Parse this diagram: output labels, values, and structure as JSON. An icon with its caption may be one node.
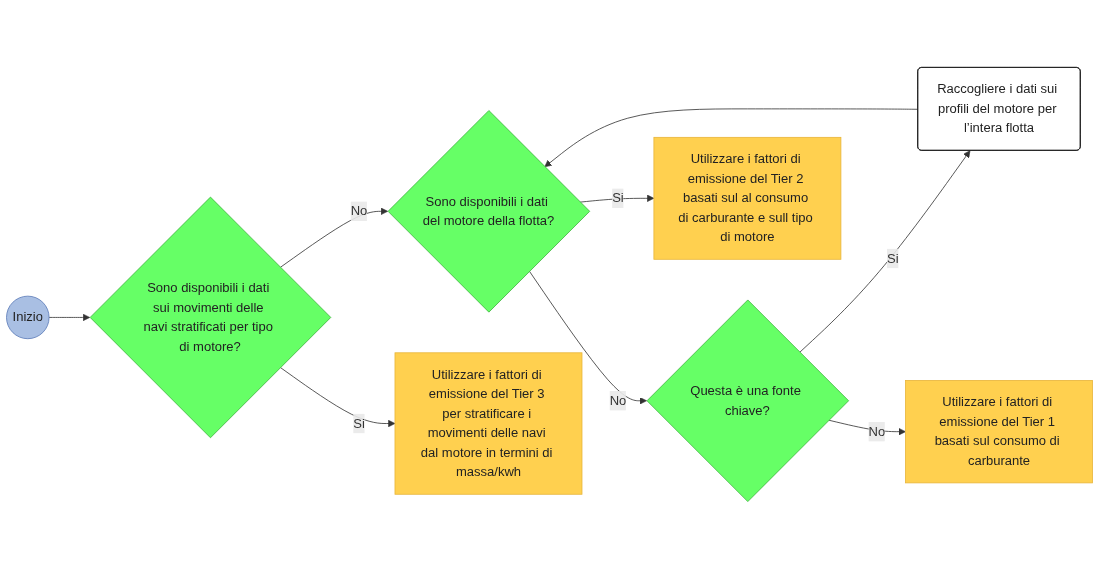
{
  "diagram": {
    "nodes": [
      {
        "text": [
          "Inizio"
        ]
      },
      {
        "text": [
          "Sono disponibili i dati sui movimenti delle navi stratificati per tipo di motore?"
        ]
      },
      {
        "text": [
          "Sono disponibili i dati del motore della flotta?"
        ]
      },
      {
        "text": [
          "Raccogliere i dati sui profili del motore per l’intera flotta"
        ]
      },
      {
        "text": [
          "Questa è una fonte chiave?"
        ]
      },
      {
        "text": [
          "Utilizzare i fattori di emissione del Tier 3 per stratificare i movimenti delle navi dal motore in termini di massa/kwh"
        ]
      },
      {
        "text": [
          "Utilizzare i fattori di emissione del Tier 2 basati sul al consumo di carburante e sull tipo di motore"
        ]
      },
      {
        "text": [
          "Utilizzare i fattori di emissione del Tier 1 basati sul consumo di carburante"
        ]
      }
    ],
    "edges": [
      {
        "from": 0,
        "to": 1,
        "arrow": "to"
      },
      {
        "from": 1,
        "to": 2,
        "label": "No",
        "arrow": "to"
      },
      {
        "from": 2,
        "to": 4,
        "label": "No",
        "arrow": "to"
      },
      {
        "from": 4,
        "to": 3,
        "label": "Si",
        "arrow": "to"
      },
      {
        "from": 3,
        "to": 2,
        "arrow": "to"
      },
      {
        "from": 1,
        "to": 5,
        "label": "Si",
        "arrow": "to"
      },
      {
        "from": 2,
        "to": 6,
        "label": "Si",
        "arrow": "to"
      },
      {
        "from": 4,
        "to": 7,
        "label": "No",
        "arrow": "to"
      }
    ]
  }
}
